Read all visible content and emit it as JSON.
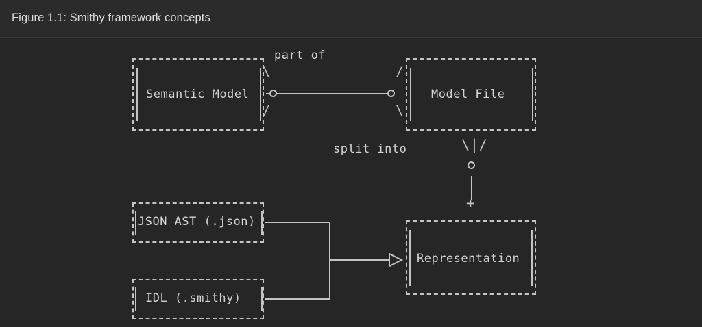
{
  "header": {
    "title": "Figure 1.1: Smithy framework concepts",
    "background_color": "#2b2b2b",
    "divider_color": "#383838",
    "text_color": "#dcdcdc"
  },
  "canvas": {
    "background_color": "#262626",
    "stroke_color": "#c4c4c4",
    "text_color": "#d4d4d4"
  },
  "diagram": {
    "type": "entity-relationship-ascii",
    "nodes": [
      {
        "id": "semantic-model",
        "label": "Semantic Model"
      },
      {
        "id": "model-file",
        "label": "Model File"
      },
      {
        "id": "json-ast",
        "label": "JSON AST (.json)"
      },
      {
        "id": "idl",
        "label": "IDL (.smithy)"
      },
      {
        "id": "representation",
        "label": "Representation"
      }
    ],
    "edges": [
      {
        "id": "semantic-model-to-model-file",
        "from": "semantic-model",
        "to": "model-file",
        "label": "part of",
        "from_cardinality": "zero-or-many",
        "to_cardinality": "zero-or-many"
      },
      {
        "id": "model-file-to-representation",
        "from": "model-file",
        "to": "representation",
        "label": "split into",
        "from_cardinality": "zero-or-many",
        "to_cardinality": "one"
      },
      {
        "id": "json-ast-to-representation",
        "from": "json-ast",
        "to": "representation",
        "label": "",
        "arrowhead": "hollow-triangle"
      },
      {
        "id": "idl-to-representation",
        "from": "idl",
        "to": "representation",
        "label": "",
        "arrowhead": "hollow-triangle"
      }
    ],
    "labels": {
      "part_of": "part of",
      "split_into": "split into"
    },
    "glyphs": {
      "crowsfoot_up": "\\",
      "crowsfoot_down": "/",
      "crowsfoot_vertical": "\\|/",
      "one_marker": "+",
      "optional_marker": "o"
    }
  }
}
